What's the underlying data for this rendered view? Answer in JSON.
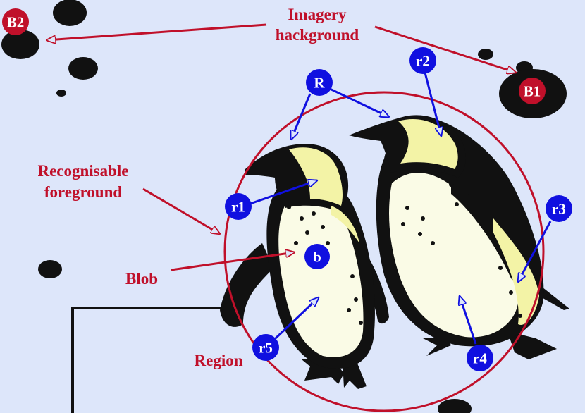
{
  "labels": {
    "imagery_line1": "Imagery",
    "imagery_line2": "hackground",
    "recognisable_line1": "Recognisable",
    "recognisable_line2": "foreground",
    "blob": "Blob",
    "region": "Region"
  },
  "badges": {
    "B1": "B1",
    "B2": "B2",
    "R": "R",
    "r1": "r1",
    "r2": "r2",
    "r3": "r3",
    "r4": "r4",
    "r5": "r5",
    "b": "b"
  },
  "colors": {
    "background": "#dde6fa",
    "red": "#c0102a",
    "blue": "#1010e0",
    "penguin_black": "#111111",
    "penguin_cream": "#fafbe6",
    "penguin_yellow": "#f3f3a6"
  }
}
